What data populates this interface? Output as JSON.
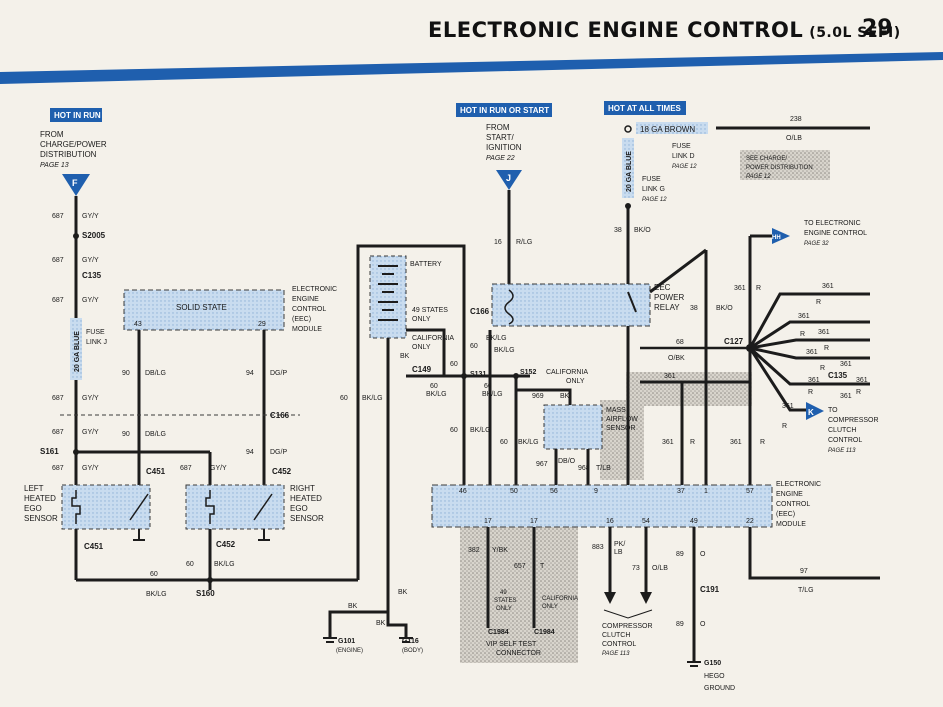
{
  "header": {
    "title": "ELECTRONIC ENGINE CONTROL",
    "subtitle": "(5.0L SEFI)",
    "page_number": "29"
  },
  "labels": {
    "hot_in_run": "HOT IN RUN",
    "hot_in_run_or_start": "HOT IN RUN OR START",
    "hot_at_all_times": "HOT AT ALL TIMES",
    "from_charge_1": "FROM",
    "from_charge_2": "CHARGE/POWER",
    "from_charge_3": "DISTRIBUTION",
    "from_charge_page": "PAGE 13",
    "f_marker": "F",
    "from_start_1": "FROM",
    "from_start_2": "START/",
    "from_start_3": "IGNITION",
    "from_start_page": "PAGE 22",
    "j_marker": "J",
    "ga18_brown": "18 GA BROWN",
    "w238": "238",
    "olb_top": "O/LB",
    "ga20_blue_mid": "20 GA BLUE",
    "fuse_link_d_1": "FUSE",
    "fuse_link_d_2": "LINK D",
    "fuse_link_d_page": "PAGE 12",
    "fuse_link_g_1": "FUSE",
    "fuse_link_g_2": "LINK G",
    "fuse_link_g_page": "PAGE 12",
    "see_charge_1": "SEE CHARGE/",
    "see_charge_2": "POWER DISTRIBUTION",
    "see_charge_page": "PAGE 12",
    "to_eec_1": "TO ELECTRONIC",
    "to_eec_2": "ENGINE CONTROL",
    "to_eec_page": "PAGE 32",
    "hh_marker": "HH",
    "w687_a": "687",
    "gyy_a": "GY/Y",
    "s2005": "S2005",
    "w687_b": "687",
    "gyy_b": "GY/Y",
    "c135": "C135",
    "w687_c": "687",
    "gyy_c": "GY/Y",
    "ga20_blue_left": "20 GA BLUE",
    "fuse_link_j_1": "FUSE",
    "fuse_link_j_2": "LINK J",
    "w687_d": "687",
    "gyy_d": "GY/Y",
    "w687_e": "687",
    "gyy_e": "GY/Y",
    "s161": "S161",
    "w687_f": "687",
    "gyy_f": "GY/Y",
    "w687_g": "687",
    "gyy_g": "GY/Y",
    "c451_top": "C451",
    "c452_top": "C452",
    "left_ego_1": "LEFT",
    "left_ego_2": "HEATED",
    "left_ego_3": "EGO",
    "left_ego_4": "SENSOR",
    "right_ego_1": "RIGHT",
    "right_ego_2": "HEATED",
    "right_ego_3": "EGO",
    "right_ego_4": "SENSOR",
    "c451_bot": "C451",
    "c452_bot": "C452",
    "w60_a": "60",
    "bklg_a": "BK/LG",
    "w60_b": "60",
    "bklg_b": "BK/LG",
    "s160": "S160",
    "solid_state": "SOLID STATE",
    "pin43": "43",
    "pin29": "29",
    "eec_left_1": "ELECTRONIC",
    "eec_left_2": "ENGINE",
    "eec_left_3": "CONTROL",
    "eec_left_4": "(EEC)",
    "eec_left_5": "MODULE",
    "w90_a": "90",
    "dblg_a": "DB/LG",
    "w94_a": "94",
    "dgp_a": "DG/P",
    "c166_left": "C166",
    "w90_b": "90",
    "dblg_b": "DB/LG",
    "w94_b": "94",
    "dgp_b": "DG/P",
    "battery": "BATTERY",
    "w60_c": "60",
    "bklg_c": "BK/LG",
    "bk_a": "BK",
    "states49_1": "49 STATES",
    "states49_2": "ONLY",
    "c166_mid": "C166",
    "california_1": "CALIFORNIA",
    "california_2": "ONLY",
    "w60_d": "60",
    "bklg_d": "BK/LG",
    "w60_e": "60",
    "bklg_e": "BK/LG",
    "c149": "C149",
    "s131": "S131",
    "s152": "S152",
    "california_3": "CALIFORNIA",
    "california_4": "ONLY",
    "w60_f": "60",
    "bklg_f": "BK/LG",
    "w60_g": "60",
    "bklg_g": "BK/LG",
    "w60_h": "60",
    "bklg_h": "BK/LG",
    "w60_i": "60",
    "bklg_i": "BK/LG",
    "w969": "969",
    "bk_b": "BK",
    "maf_1": "MASS",
    "maf_2": "AIRFLOW",
    "maf_3": "SENSOR",
    "w967": "967",
    "dbo": "DB/O",
    "w968": "968",
    "tlb": "T/LB",
    "w16": "16",
    "rlg": "R/LG",
    "w38_a": "38",
    "bko_a": "BK/O",
    "eec_relay_1": "EEC",
    "eec_relay_2": "POWER",
    "eec_relay_3": "RELAY",
    "w38_b": "38",
    "bko_b": "BK/O",
    "w68": "68",
    "obk": "O/BK",
    "w361_a": "361",
    "w361_b": "361",
    "r_b": "R",
    "w361_c": "361",
    "r_c": "R",
    "w361_d": "361",
    "r_d": "R",
    "c127": "C127",
    "w361_e": "361",
    "w361_f": "361",
    "r_f": "R",
    "w361_g": "361",
    "r_g": "R",
    "w361_h": "361",
    "r_h": "R",
    "w361_i": "361",
    "r_i": "R",
    "c135_r": "C135",
    "w361_j": "361",
    "w361_k": "361",
    "r_k": "R",
    "k_marker": "K",
    "to_comp_1": "TO",
    "to_comp_2": "COMPRESSOR",
    "to_comp_3": "CLUTCH",
    "to_comp_4": "CONTROL",
    "to_comp_page": "PAGE 113",
    "w361_l": "361",
    "r_l": "R",
    "w361_m": "361",
    "r_m": "R",
    "pin46": "46",
    "pin50": "50",
    "pin56": "56",
    "pin9": "9",
    "pin37": "37",
    "pin1": "1",
    "pin57": "57",
    "pin17_a": "17",
    "pin17_b": "17",
    "pin16": "16",
    "pin54": "54",
    "pin49": "49",
    "pin22": "22",
    "eec_right_1": "ELECTRONIC",
    "eec_right_2": "ENGINE",
    "eec_right_3": "CONTROL",
    "eec_right_4": "(EEC)",
    "eec_right_5": "MODULE",
    "w382": "382",
    "ybk": "Y/BK",
    "w657": "657",
    "t_a": "T",
    "states49_3": "49",
    "states49_4": "STATES",
    "states49_5": "ONLY",
    "california_5": "CALIFORNIA",
    "california_6": "ONLY",
    "c1984_a": "C1984",
    "c1984_b": "C1984",
    "vip_1": "VIP SELF TEST",
    "vip_2": "CONNECTOR",
    "w883": "883",
    "pklb_1": "PK/",
    "pklb_2": "LB",
    "w73": "73",
    "olb_b": "O/LB",
    "comp_clutch_1": "COMPRESSOR",
    "comp_clutch_2": "CLUTCH",
    "comp_clutch_3": "CONTROL",
    "comp_clutch_page": "PAGE 113",
    "w89_a": "89",
    "o_a": "O",
    "c191": "C191",
    "w89_b": "89",
    "o_b": "O",
    "g150": "G150",
    "hego_1": "HEGO",
    "hego_2": "GROUND",
    "w97": "97",
    "tlg": "T/LG",
    "bk_c": "BK",
    "bk_d": "BK",
    "bk_e": "BK",
    "g101": "G101",
    "g101_sub": "(ENGINE)",
    "g116": "G116",
    "g116_sub": "(BODY)"
  },
  "colors": {
    "accent_blue": "#1f5fae",
    "wire": "#1c1c1c",
    "shade": "#bcd3ea",
    "stipple": "#b9b6b0",
    "paper": "#f4f1ea"
  }
}
